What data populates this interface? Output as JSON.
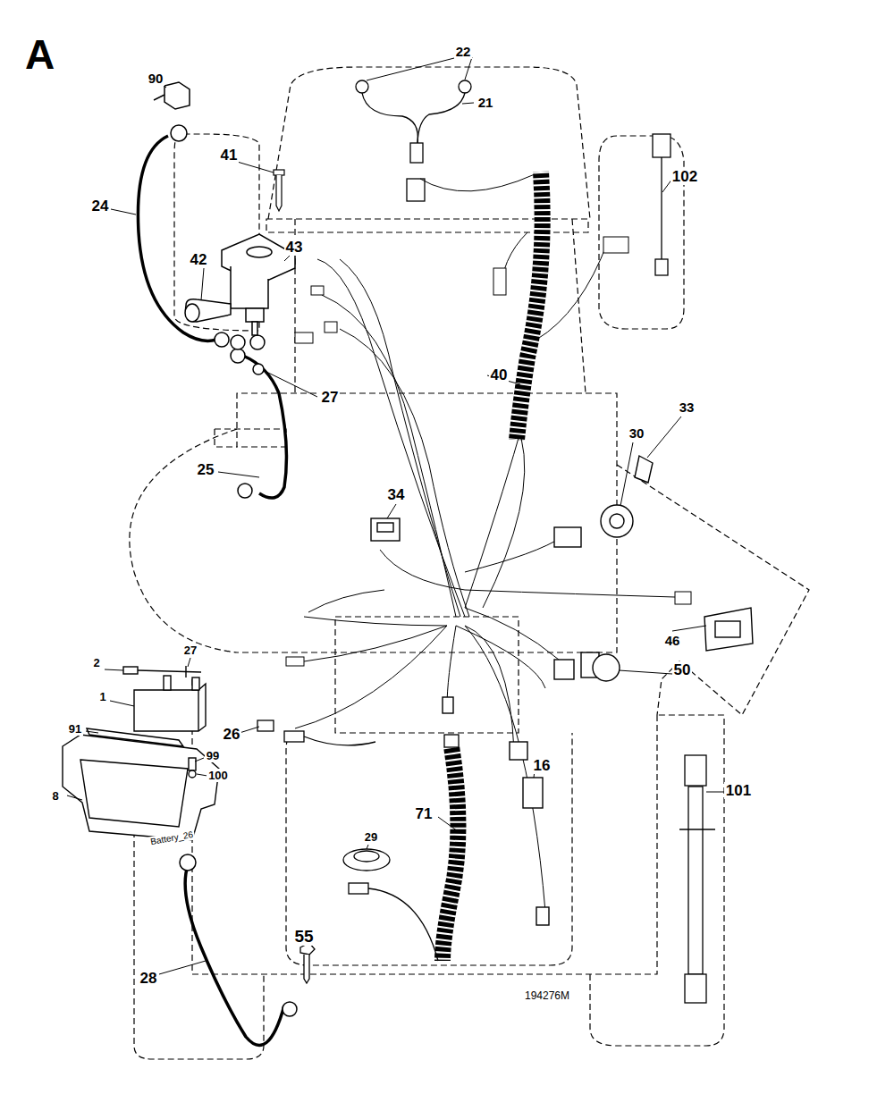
{
  "diagram": {
    "title": "A",
    "labels": [
      "90",
      "22",
      "21",
      "41",
      "24",
      "42",
      "43",
      "102",
      "40",
      "27",
      "25",
      "34",
      "30",
      "33",
      "2",
      "27",
      "1",
      "91",
      "26",
      "46",
      "50",
      "16",
      "99",
      "100",
      "8",
      "Battery_26",
      "71",
      "101",
      "29",
      "55",
      "28",
      "194276M"
    ]
  }
}
